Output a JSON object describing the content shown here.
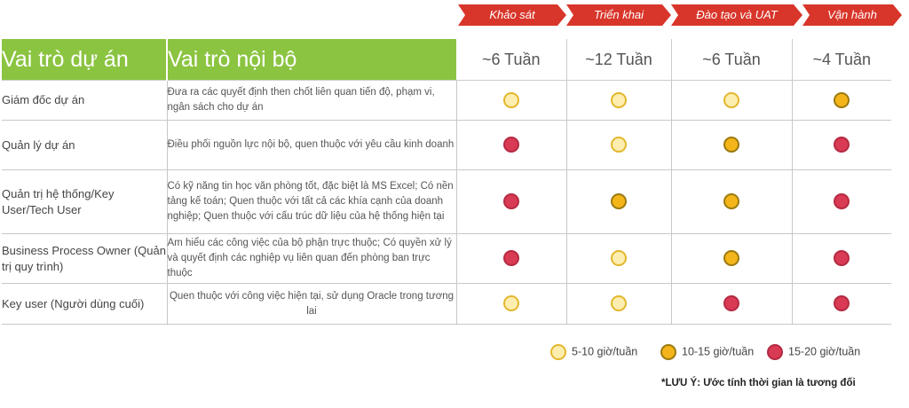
{
  "phases": [
    "Khảo sát",
    "Triển khai",
    "Đào tạo và UAT",
    "Vận hành"
  ],
  "headers": {
    "project_role": "Vai trò dự án",
    "internal_role": "Vai trò nội bộ",
    "durations": [
      "~6 Tuần",
      "~12 Tuần",
      "~6 Tuần",
      "~4 Tuần"
    ]
  },
  "rows": [
    {
      "role": "Giám đốc dự án",
      "desc": "Đưa ra các quyết định then chốt liên quan tiến độ, phạm vi, ngân sách cho dự án",
      "levels": [
        "low",
        "low",
        "low",
        "mid"
      ]
    },
    {
      "role": "Quản lý dự án",
      "desc": "Điều phối nguồn lực nội bộ, quen thuộc với yêu cầu kinh doanh",
      "levels": [
        "high",
        "low",
        "mid",
        "high"
      ]
    },
    {
      "role": "Quản trị hệ thống/Key User/Tech User",
      "desc": "Có kỹ năng tin học văn phòng tốt, đặc biệt là MS Excel; Có nền tảng kế toán; Quen thuộc với tất cả các khía cạnh của doanh nghiệp; Quen thuộc với cấu trúc dữ liệu của hệ thống hiện tại",
      "levels": [
        "high",
        "mid",
        "mid",
        "high"
      ]
    },
    {
      "role": "Business Process Owner (Quản trị quy trình)",
      "desc": "Am hiểu các công việc của bộ phận trực thuộc; Có quyền xử lý và quyết định các nghiệp vụ liên quan đến phòng ban trực thuộc",
      "levels": [
        "high",
        "low",
        "mid",
        "high"
      ]
    },
    {
      "role": "Key user (Người dùng cuối)",
      "desc": "Quen thuộc với công việc hiện tại, sử dụng Oracle trong tương lai",
      "levels": [
        "low",
        "low",
        "high",
        "high"
      ]
    }
  ],
  "legend": [
    {
      "level": "low",
      "label": "5-10 giờ/tuần"
    },
    {
      "level": "mid",
      "label": "10-15 giờ/tuần"
    },
    {
      "level": "high",
      "label": "15-20 giờ/tuần"
    }
  ],
  "colors": {
    "accent_green": "#8bc441",
    "phase_red": "#d9362b",
    "low": "#fdeeb0",
    "mid": "#f3b51a",
    "high": "#d93a54"
  },
  "note": "*LƯU Ý: Ước tính thời gian là tương đối"
}
